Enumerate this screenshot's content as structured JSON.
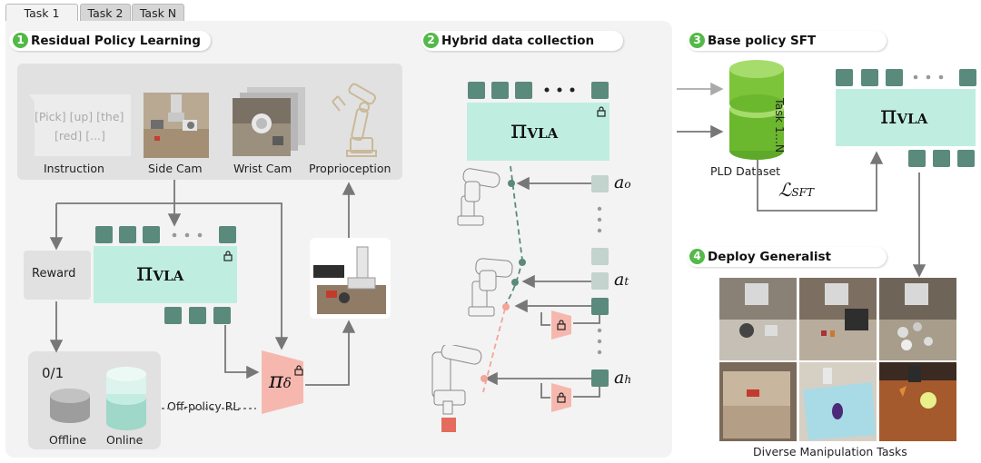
{
  "tabs": [
    "Task 1",
    "Task 2",
    "Task N"
  ],
  "steps": {
    "s1": {
      "num": "1",
      "title": "Residual Policy Learning"
    },
    "s2": {
      "num": "2",
      "title": "Hybrid data collection"
    },
    "s3": {
      "num": "3",
      "title": "Base policy SFT"
    },
    "s4": {
      "num": "4",
      "title": "Deploy Generalist"
    }
  },
  "inputs": {
    "instruction_text": [
      "[Pick] [up] [the]",
      "[red] [...]"
    ],
    "instruction": "Instruction",
    "side_cam": "Side Cam",
    "wrist_cam": "Wrist Cam",
    "proprioception": "Proprioception"
  },
  "reward": "Reward",
  "buffer": {
    "ratio": "0/1",
    "offline": "Offline",
    "online": "Online"
  },
  "offpolicy": "Off-policy RL",
  "pi_vla": {
    "pi": "π",
    "sub": "VLA"
  },
  "pi_delta": {
    "pi": "π",
    "sub": "δ"
  },
  "actions": {
    "a": "a",
    "o": "o",
    "t": "t",
    "h": "h"
  },
  "dataset": {
    "task_range": "Task 1...N",
    "label": "PLD Dataset"
  },
  "loss": {
    "L": "ℒ",
    "sub": "SFT"
  },
  "deploy_caption": "Diverse Manipulation Tasks",
  "colors": {
    "accent_green": "#54b948",
    "vla_fill": "#bfeee0",
    "token": "#5a8a7b",
    "residual": "#f6b8ae",
    "dataset": "#7cc43a"
  }
}
